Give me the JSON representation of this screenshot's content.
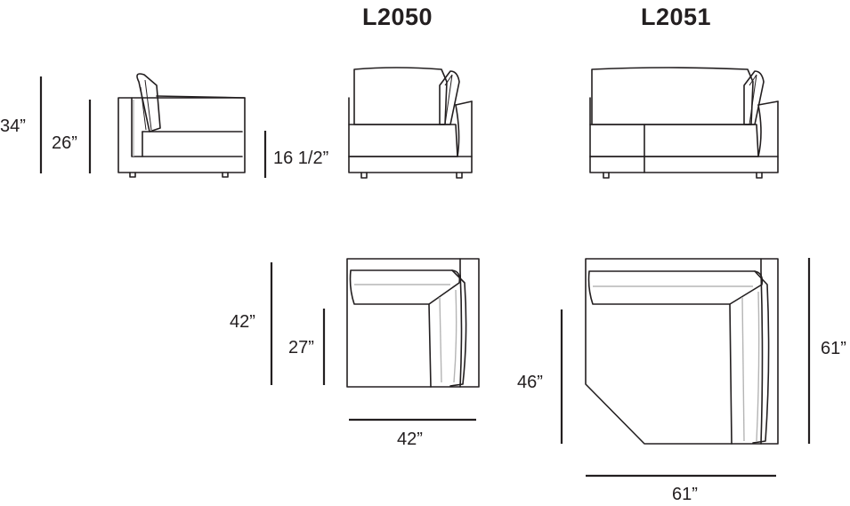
{
  "models": {
    "a": "L2050",
    "b": "L2051"
  },
  "dimensions": {
    "overall_height": "34”",
    "arm_height": "26”",
    "seat_height": "16 1/2”",
    "l2050_depth": "42”",
    "l2050_seat_depth": "27”",
    "l2050_width": "42”",
    "l2051_depth": "46”",
    "l2051_side": "61”",
    "l2051_width": "61”"
  }
}
